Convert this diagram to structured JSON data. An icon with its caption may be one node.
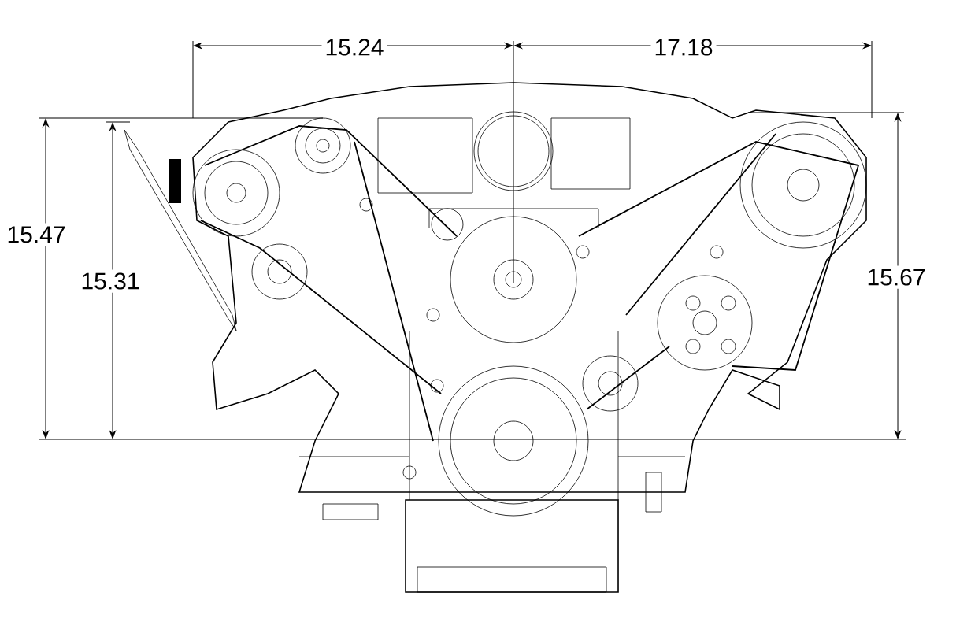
{
  "diagram": {
    "labels": [
      "15.24",
      "17.18",
      "15.47",
      "15.31",
      "15.67"
    ]
  }
}
